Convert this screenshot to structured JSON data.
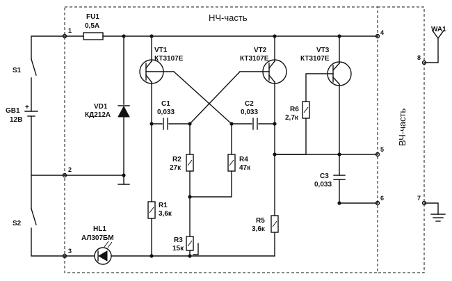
{
  "blocks": {
    "lf_title": "НЧ-часть",
    "hf_title": "ВЧ-часть"
  },
  "components": {
    "fu1": {
      "ref": "FU1",
      "value": "0,5A"
    },
    "vd1": {
      "ref": "VD1",
      "value": "КД212А"
    },
    "gb1": {
      "ref": "GB1",
      "value": "12В",
      "plus": "+"
    },
    "s1": {
      "ref": "S1"
    },
    "s2": {
      "ref": "S2"
    },
    "hl1": {
      "ref": "HL1",
      "value": "АЛ307БМ"
    },
    "vt1": {
      "ref": "VT1",
      "value": "КТ3107Е"
    },
    "vt2": {
      "ref": "VT2",
      "value": "КТ3107Е"
    },
    "vt3": {
      "ref": "VT3",
      "value": "КТ3107Е"
    },
    "c1": {
      "ref": "C1",
      "value": "0,033"
    },
    "c2": {
      "ref": "C2",
      "value": "0,033"
    },
    "c3": {
      "ref": "C3",
      "value": "0,033"
    },
    "r1": {
      "ref": "R1",
      "value": "3,6к"
    },
    "r2": {
      "ref": "R2",
      "value": "27к"
    },
    "r3": {
      "ref": "R3",
      "value": "15к"
    },
    "r4": {
      "ref": "R4",
      "value": "47к"
    },
    "r5": {
      "ref": "R5",
      "value": "3,6к"
    },
    "r6": {
      "ref": "R6",
      "value": "2,7к"
    },
    "wa1": {
      "ref": "WA1"
    }
  },
  "pins": {
    "p1": "1",
    "p2": "2",
    "p3": "3",
    "p4": "4",
    "p5": "5",
    "p6": "6",
    "p7": "7",
    "p8": "8"
  }
}
